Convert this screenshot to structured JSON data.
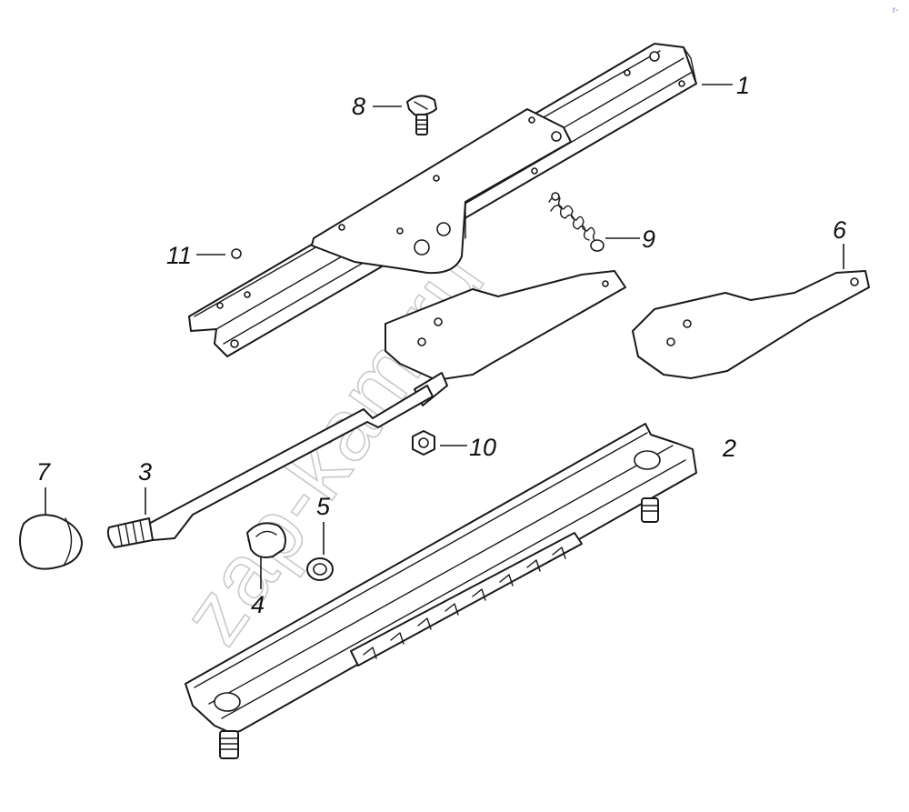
{
  "watermark": "zap-kam.ru",
  "corner_mark": "r-",
  "callouts": [
    {
      "id": "1",
      "label": "1"
    },
    {
      "id": "2",
      "label": "2"
    },
    {
      "id": "3",
      "label": "3"
    },
    {
      "id": "4",
      "label": "4"
    },
    {
      "id": "5",
      "label": "5"
    },
    {
      "id": "6",
      "label": "6"
    },
    {
      "id": "7",
      "label": "7"
    },
    {
      "id": "8",
      "label": "8"
    },
    {
      "id": "9",
      "label": "9"
    },
    {
      "id": "10",
      "label": "10"
    },
    {
      "id": "11",
      "label": "11"
    }
  ]
}
